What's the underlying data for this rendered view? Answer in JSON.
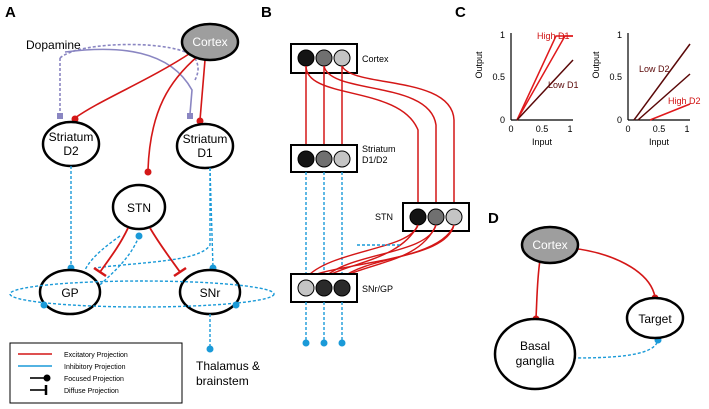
{
  "colors": {
    "excitatory": "#d41717",
    "inhibitory": "#1a9ad8",
    "dopamine": "#8a86c2",
    "cortex_fill": "#9e9e9e",
    "curve_dark": "#5a0808",
    "curve_red": "#e0191c"
  },
  "panel_a": {
    "letter": "A",
    "dopamine": "Dopamine",
    "cortex": "Cortex",
    "striatum_d2": [
      "Striatum",
      "D2"
    ],
    "striatum_d1": [
      "Striatum",
      "D1"
    ],
    "stn": "STN",
    "gp": "GP",
    "snr": "SNr",
    "thalamus": [
      "Thalamus &",
      "brainstem"
    ],
    "legend": {
      "excitatory": "Excitatory Projection",
      "inhibitory": "Inhibitory Projection",
      "focused": "Focused Projection",
      "diffuse": "Diffuse Projection"
    }
  },
  "panel_b": {
    "letter": "B",
    "cortex": "Cortex",
    "striatum": [
      "Striatum",
      "D1/D2"
    ],
    "stn": "STN",
    "snr_gp": "SNr/GP"
  },
  "panel_c": {
    "letter": "C",
    "y_label": "Output",
    "x_label": "Input",
    "y_ticks": [
      "1",
      "0.5",
      "0"
    ],
    "x_ticks": [
      "0",
      "0.5",
      "1"
    ],
    "left_labels": {
      "high": "High D1",
      "low": "Low D1"
    },
    "right_labels": {
      "low": "Low D2",
      "high": "High D2"
    }
  },
  "panel_d": {
    "letter": "D",
    "cortex": "Cortex",
    "target": "Target",
    "basal_ganglia": [
      "Basal",
      "ganglia"
    ]
  }
}
